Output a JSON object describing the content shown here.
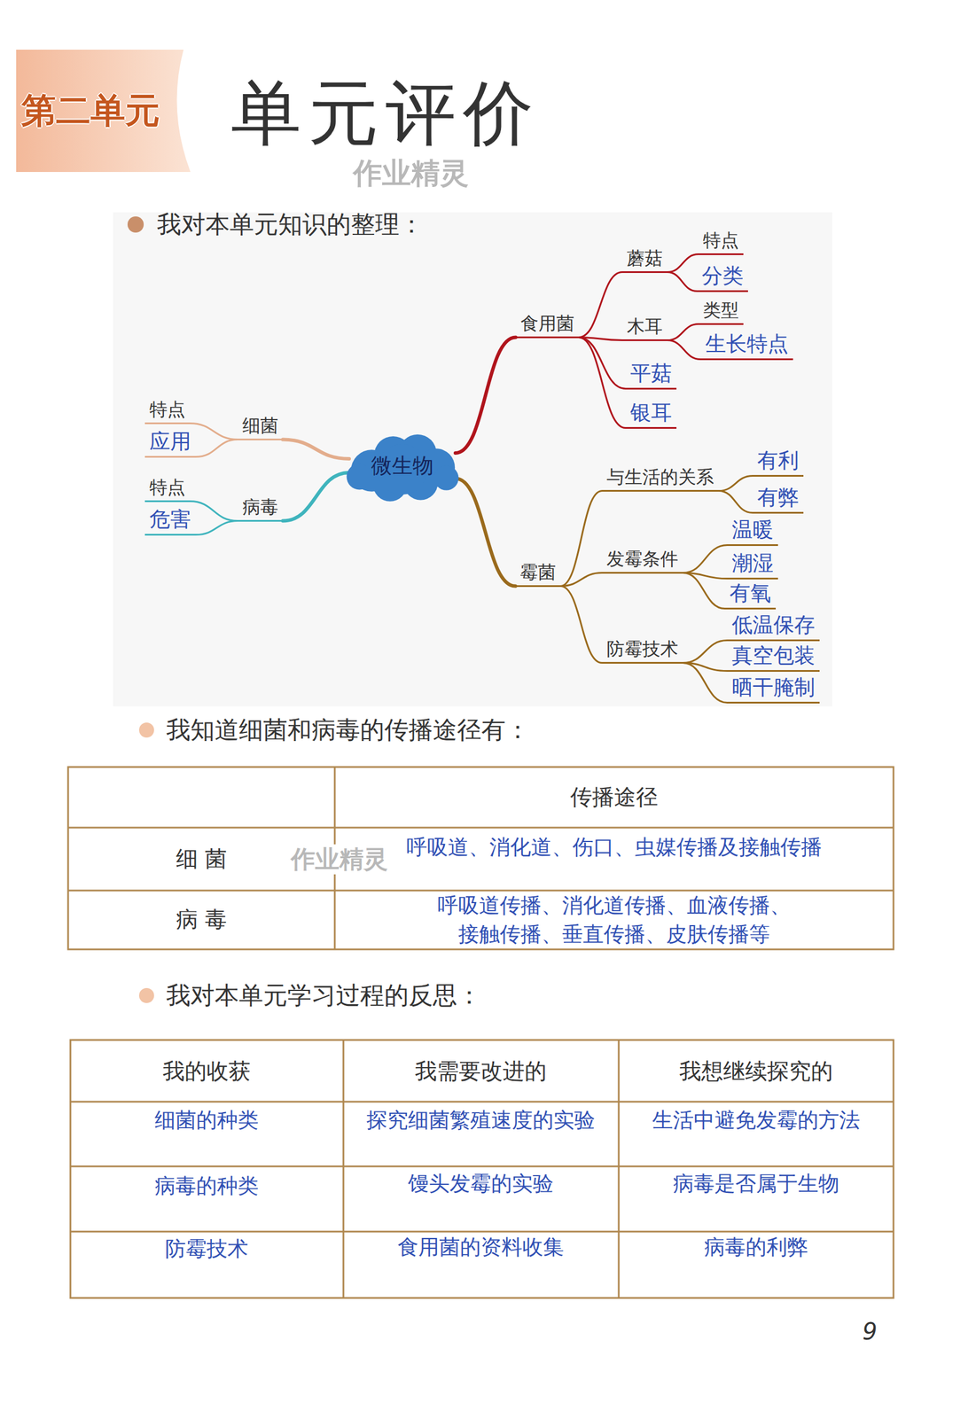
{
  "diagram": {
    "title": "单元评价",
    "nodes": [
      {
        "text": [
          "微生物"
        ]
      },
      {
        "text": [
          "食用菌"
        ]
      },
      {
        "text": [
          "蘑菇"
        ]
      },
      {
        "text": [
          "特点"
        ]
      },
      {
        "text": [
          "分类"
        ]
      },
      {
        "text": [
          "木耳"
        ]
      },
      {
        "text": [
          "类型"
        ]
      },
      {
        "text": [
          "生长特点"
        ]
      },
      {
        "text": [
          "平菇"
        ]
      },
      {
        "text": [
          "银耳"
        ]
      },
      {
        "text": [
          "细菌"
        ]
      },
      {
        "text": [
          "特点"
        ]
      },
      {
        "text": [
          "应用"
        ]
      },
      {
        "text": [
          "病毒"
        ]
      },
      {
        "text": [
          "特点"
        ]
      },
      {
        "text": [
          "危害"
        ]
      },
      {
        "text": [
          "霉菌"
        ]
      },
      {
        "text": [
          "与生活的关系"
        ]
      },
      {
        "text": [
          "有利"
        ]
      },
      {
        "text": [
          "有弊"
        ]
      },
      {
        "text": [
          "发霉条件"
        ]
      },
      {
        "text": [
          "温暖"
        ]
      },
      {
        "text": [
          "潮湿"
        ]
      },
      {
        "text": [
          "有氧"
        ]
      },
      {
        "text": [
          "防霉技术"
        ]
      },
      {
        "text": [
          "低温保存"
        ]
      },
      {
        "text": [
          "真空包装"
        ]
      },
      {
        "text": [
          "晒干腌制"
        ]
      }
    ],
    "edges": [
      {
        "from": 0,
        "to": 1,
        "arrow": "none"
      },
      {
        "from": 1,
        "to": 2,
        "arrow": "none"
      },
      {
        "from": 2,
        "to": 3,
        "arrow": "none"
      },
      {
        "from": 2,
        "to": 4,
        "arrow": "none"
      },
      {
        "from": 1,
        "to": 5,
        "arrow": "none"
      },
      {
        "from": 5,
        "to": 6,
        "arrow": "none"
      },
      {
        "from": 5,
        "to": 7,
        "arrow": "none"
      },
      {
        "from": 1,
        "to": 8,
        "arrow": "none"
      },
      {
        "from": 1,
        "to": 9,
        "arrow": "none"
      },
      {
        "from": 0,
        "to": 10,
        "arrow": "none"
      },
      {
        "from": 10,
        "to": 11,
        "arrow": "none"
      },
      {
        "from": 10,
        "to": 12,
        "arrow": "none"
      },
      {
        "from": 0,
        "to": 13,
        "arrow": "none"
      },
      {
        "from": 13,
        "to": 14,
        "arrow": "none"
      },
      {
        "from": 13,
        "to": 15,
        "arrow": "none"
      },
      {
        "from": 0,
        "to": 16,
        "arrow": "none"
      },
      {
        "from": 16,
        "to": 17,
        "arrow": "none"
      },
      {
        "from": 17,
        "to": 18,
        "arrow": "none"
      },
      {
        "from": 17,
        "to": 19,
        "arrow": "none"
      },
      {
        "from": 16,
        "to": 20,
        "arrow": "none"
      },
      {
        "from": 20,
        "to": 21,
        "arrow": "none"
      },
      {
        "from": 20,
        "to": 22,
        "arrow": "none"
      },
      {
        "from": 20,
        "to": 23,
        "arrow": "none"
      },
      {
        "from": 16,
        "to": 24,
        "arrow": "none"
      },
      {
        "from": 24,
        "to": 25,
        "arrow": "none"
      },
      {
        "from": 24,
        "to": 26,
        "arrow": "none"
      },
      {
        "from": 24,
        "to": 27,
        "arrow": "none"
      }
    ],
    "labels": [
      "第二单元",
      "我对本单元知识的整理：",
      "我知道细菌和病毒的传播途径有：",
      "传播途径",
      "细 菌",
      "呼吸道、消化道、伤口、虫媒传播及接触传播",
      "病 毒",
      "呼吸道传播、消化道传播、血液传播、 接触传播、垂直传播、皮肤传播等",
      "我对本单元学习过程的反思：",
      "我的收获",
      "我需要改进的",
      "我想继续探究的",
      "细菌的种类",
      "探究细菌繁殖速度的实验",
      "生活中避免发霉的方法",
      "病毒的种类",
      "馒头发霉的实验",
      "病毒是否属于生物",
      "防霉技术",
      "食用菌的资料收集",
      "病毒的利弊",
      "9",
      "作业精灵",
      "作业精灵"
    ]
  }
}
